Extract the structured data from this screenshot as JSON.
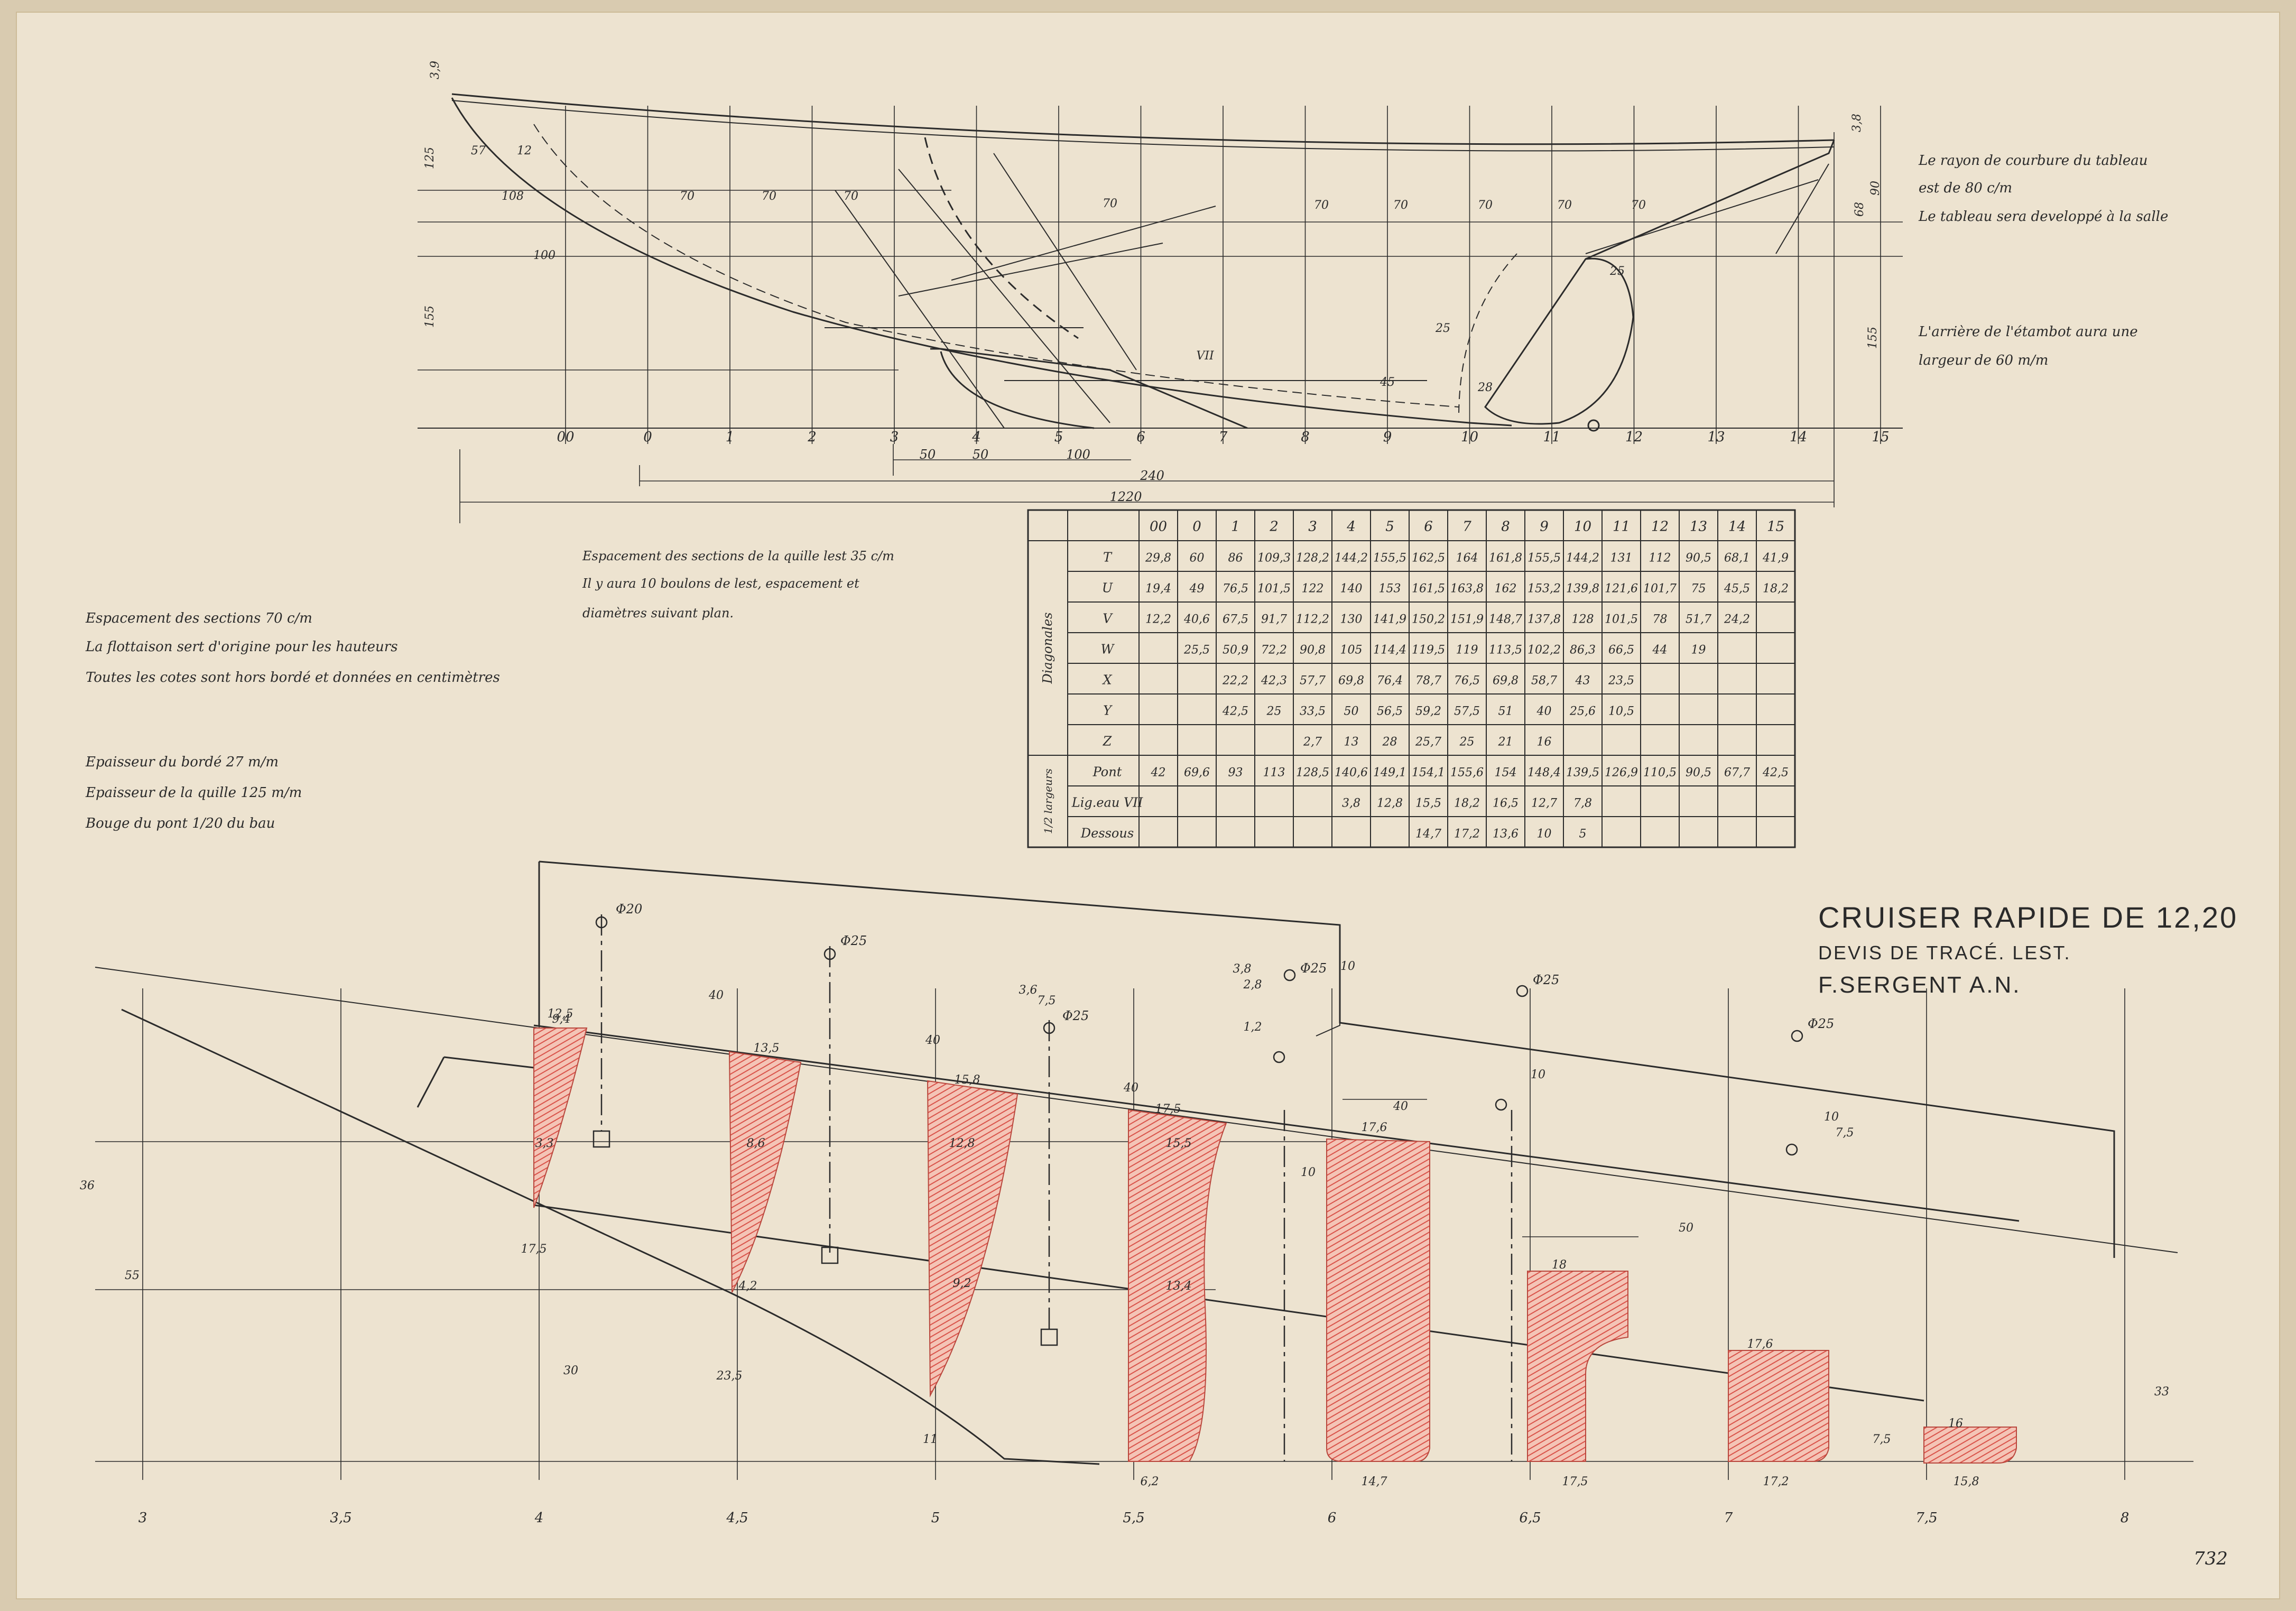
{
  "title_block": {
    "title": "CRUISER RAPIDE DE 12,20",
    "subtitle": "DEVIS DE TRACÉ. LEST.",
    "author": "F.SERGENT A.N."
  },
  "sheet_number": "732",
  "notes_left": [
    "Espacement des sections 70 c/m",
    "La flottaison sert d'origine pour les hauteurs",
    "Toutes les cotes sont hors bordé et données en centimètres"
  ],
  "notes_thickness": [
    "Epaisseur du bordé 27 m/m",
    "Epaisseur de la quille 125 m/m",
    "Bouge du pont 1/20 du bau"
  ],
  "notes_center": [
    "Espacement des sections de la quille lest 35 c/m",
    "Il y aura 10 boulons de lest, espacement et",
    "diamètres suivant plan."
  ],
  "notes_right": [
    "Le rayon de courbure du tableau",
    "est de 80 c/m",
    "Le tableau sera developpé à la salle",
    "L'arrière de l'étambot aura une",
    "largeur de 60 m/m"
  ],
  "profile": {
    "stations": [
      "00",
      "0",
      "1",
      "2",
      "3",
      "4",
      "5",
      "6",
      "7",
      "8",
      "9",
      "10",
      "11",
      "12",
      "13",
      "14",
      "15"
    ],
    "bottom_dims": [
      "50",
      "50",
      "100",
      "240",
      "1220"
    ],
    "left_heights": [
      "125",
      "155",
      "3,9"
    ],
    "right_heights": [
      "155",
      "68",
      "90",
      "3,8"
    ],
    "ordinates": [
      "108",
      "70",
      "70",
      "70",
      "70",
      "70",
      "70",
      "70",
      "70",
      "70",
      "100",
      "57",
      "12",
      "45",
      "25",
      "25",
      "28",
      "VII"
    ]
  },
  "offsets_table": {
    "columns": [
      "00",
      "0",
      "1",
      "2",
      "3",
      "4",
      "5",
      "6",
      "7",
      "8",
      "9",
      "10",
      "11",
      "12",
      "13",
      "14",
      "15"
    ],
    "diagonals_label": "Diagonales",
    "halfwidth_label": "1/2 largeurs",
    "rows": [
      {
        "label": "T",
        "values": [
          "29,8",
          "60",
          "86",
          "109,3",
          "128,2",
          "144,2",
          "155,5",
          "162,5",
          "164",
          "161,8",
          "155,5",
          "144,2",
          "131",
          "112",
          "90,5",
          "68,1",
          "41,9"
        ]
      },
      {
        "label": "U",
        "values": [
          "19,4",
          "49",
          "76,5",
          "101,5",
          "122",
          "140",
          "153",
          "161,5",
          "163,8",
          "162",
          "153,2",
          "139,8",
          "121,6",
          "101,7",
          "75",
          "45,5",
          "18,2"
        ]
      },
      {
        "label": "V",
        "values": [
          "12,2",
          "40,6",
          "67,5",
          "91,7",
          "112,2",
          "130",
          "141,9",
          "150,2",
          "151,9",
          "148,7",
          "137,8",
          "128",
          "101,5",
          "78",
          "51,7",
          "24,2",
          ""
        ]
      },
      {
        "label": "W",
        "values": [
          "",
          "25,5",
          "50,9",
          "72,2",
          "90,8",
          "105",
          "114,4",
          "119,5",
          "119",
          "113,5",
          "102,2",
          "86,3",
          "66,5",
          "44",
          "19",
          "",
          ""
        ]
      },
      {
        "label": "X",
        "values": [
          "",
          "",
          "22,2",
          "42,3",
          "57,7",
          "69,8",
          "76,4",
          "78,7",
          "76,5",
          "69,8",
          "58,7",
          "43",
          "23,5",
          "",
          "",
          "",
          ""
        ]
      },
      {
        "label": "Y",
        "values": [
          "",
          "",
          "42,5",
          "25",
          "33,5",
          "50",
          "56,5",
          "59,2",
          "57,5",
          "51",
          "40",
          "25,6",
          "10,5",
          "",
          "",
          "",
          ""
        ]
      },
      {
        "label": "Z",
        "values": [
          "",
          "",
          "",
          "",
          "2,7",
          "13",
          "28",
          "25,7",
          "25",
          "21",
          "16",
          "",
          "",
          "",
          "",
          "",
          ""
        ]
      },
      {
        "label": "Pont",
        "values": [
          "42",
          "69,6",
          "93",
          "113",
          "128,5",
          "140,6",
          "149,1",
          "154,1",
          "155,6",
          "154",
          "148,4",
          "139,5",
          "126,9",
          "110,5",
          "90,5",
          "67,7",
          "42,5"
        ]
      },
      {
        "label": "Lig.eau VII",
        "values": [
          "",
          "",
          "",
          "",
          "",
          "3,8",
          "12,8",
          "15,5",
          "18,2",
          "16,5",
          "12,7",
          "7,8",
          "",
          "",
          "",
          "",
          ""
        ]
      },
      {
        "label": "Dessous",
        "values": [
          "",
          "",
          "",
          "",
          "",
          "",
          "",
          "14,7",
          "17,2",
          "13,6",
          "10",
          "5",
          "",
          "",
          "",
          "",
          ""
        ]
      }
    ]
  },
  "keel": {
    "stations": [
      "3",
      "3,5",
      "4",
      "4,5",
      "5",
      "5,5",
      "6",
      "6,5",
      "7",
      "7,5",
      "8"
    ],
    "bolts": [
      "Φ20",
      "Φ25",
      "Φ25",
      "Φ25",
      "Φ25",
      "Φ25"
    ],
    "section_widths": [
      "12,5",
      "9,4",
      "3,3",
      "13,5",
      "8,6",
      "4,2",
      "15,8",
      "12,8",
      "9,2",
      "17,5",
      "15,5",
      "13,4",
      "6,2",
      "17,6",
      "14,7",
      "18",
      "17,5",
      "17,6",
      "17,2",
      "16",
      "15,8"
    ],
    "dims": [
      "40",
      "40",
      "40",
      "40",
      "50",
      "36",
      "55",
      "17,5",
      "30",
      "23,5",
      "11",
      "7,5",
      "33",
      "10",
      "10",
      "10",
      "7,5",
      "3,6",
      "7,5",
      "3,8",
      "2,8",
      "1,2",
      "10"
    ]
  },
  "colors": {
    "ink": "#2b2b2b",
    "red_pencil": "#d9534a",
    "paper": "#ede3d0"
  }
}
